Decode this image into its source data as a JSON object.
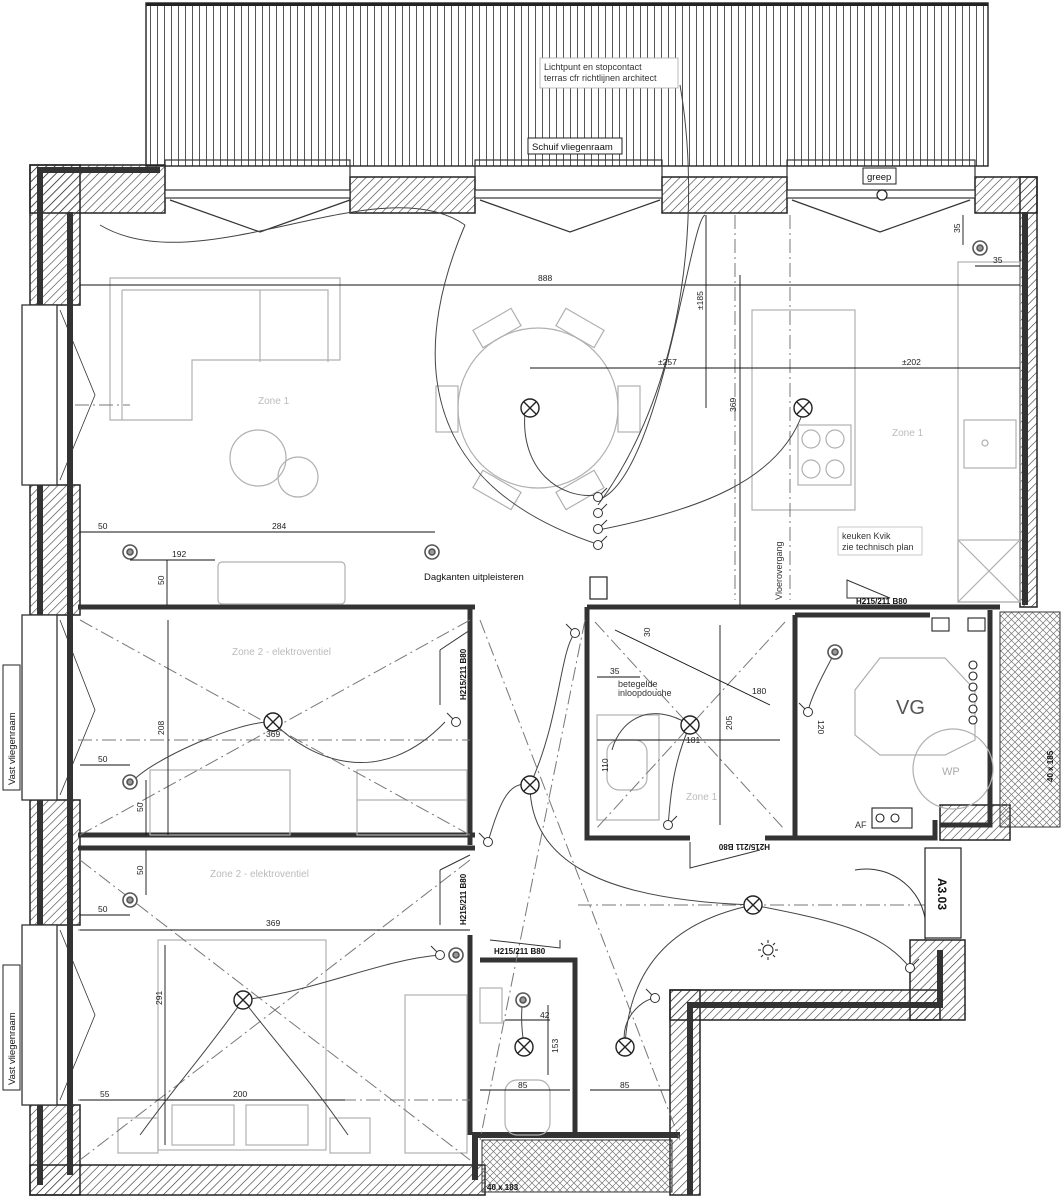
{
  "labels": {
    "lichtpunt": [
      "Lichtpunt en stopcontact",
      "terras cfr richtlijnen architect"
    ],
    "schuif": "Schuif vliegenraam",
    "greep": "greep",
    "vast": "Vast vliegenraam",
    "dagkanten": "Dagkanten uitpleisteren",
    "keuken": [
      "keuken Kvik",
      "zie technisch plan"
    ],
    "vloerovergang": "Vloerovergang",
    "douche": [
      "betegelde",
      "inloopdouche"
    ],
    "vg": "VG",
    "wp": "WP",
    "af": "AF",
    "unit": "A3.03",
    "window_a": "40 x 185",
    "window_b": "40 x 183"
  },
  "zones": {
    "z1_living": "Zone 1",
    "z1_kitchen": "Zone 1",
    "z1_bath": "Zone 1",
    "z2_bed1": "Zone 2 - elektroventiel",
    "z2_bed2": "Zone 2 - elektroventiel"
  },
  "doors": {
    "storage": "H215/211 B80",
    "bed1": "H215/211 B80",
    "bed2": "H215/211 B80",
    "wc": "H215/211 B80",
    "bath": "H215/211 B80"
  },
  "dims": {
    "d888": "888",
    "d185": "±185",
    "d257": "±257",
    "d202": "±202",
    "d369a": "369",
    "d35a": "35",
    "d35b": "35",
    "d50a": "50",
    "d284": "284",
    "d192": "192",
    "d50b": "50",
    "d208": "208",
    "d369b": "369",
    "d50c": "50",
    "d50d": "50",
    "d50e": "50",
    "d50f": "50",
    "d369c": "369",
    "d291": "291",
    "d55": "55",
    "d200": "200",
    "d35c": "35",
    "d180": "180",
    "d181": "181",
    "d205": "205",
    "d30": "30",
    "d42": "42",
    "d153": "153",
    "d85a": "85",
    "d85b": "85",
    "d120": "120",
    "d110": "110"
  },
  "icons": [
    "light-point-icon",
    "socket-icon",
    "switch-icon",
    "outdoor-light-icon",
    "intercom-icon",
    "smoke-detector-icon"
  ],
  "colors": {
    "wall": "#3a3a3a",
    "furniture": "#b5b5b5",
    "wiring": "#444444",
    "axis": "#666666"
  }
}
